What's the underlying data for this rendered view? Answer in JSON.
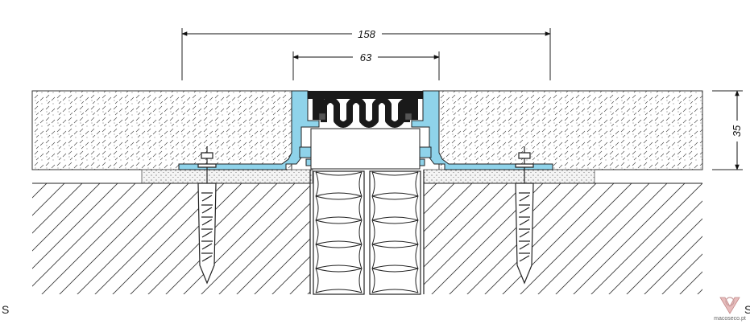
{
  "dimensions": {
    "overall_width": "158",
    "joint_width": "63",
    "height": "35"
  },
  "corner_labels": {
    "left": "S",
    "right": "S"
  },
  "watermark": {
    "text": "macoseco.pt"
  },
  "colors": {
    "profile": "#8fd3ea",
    "seal": "#1a1a1a",
    "line": "#222222"
  },
  "icons": [
    "anchor-bolt-icon",
    "logo-icon"
  ]
}
